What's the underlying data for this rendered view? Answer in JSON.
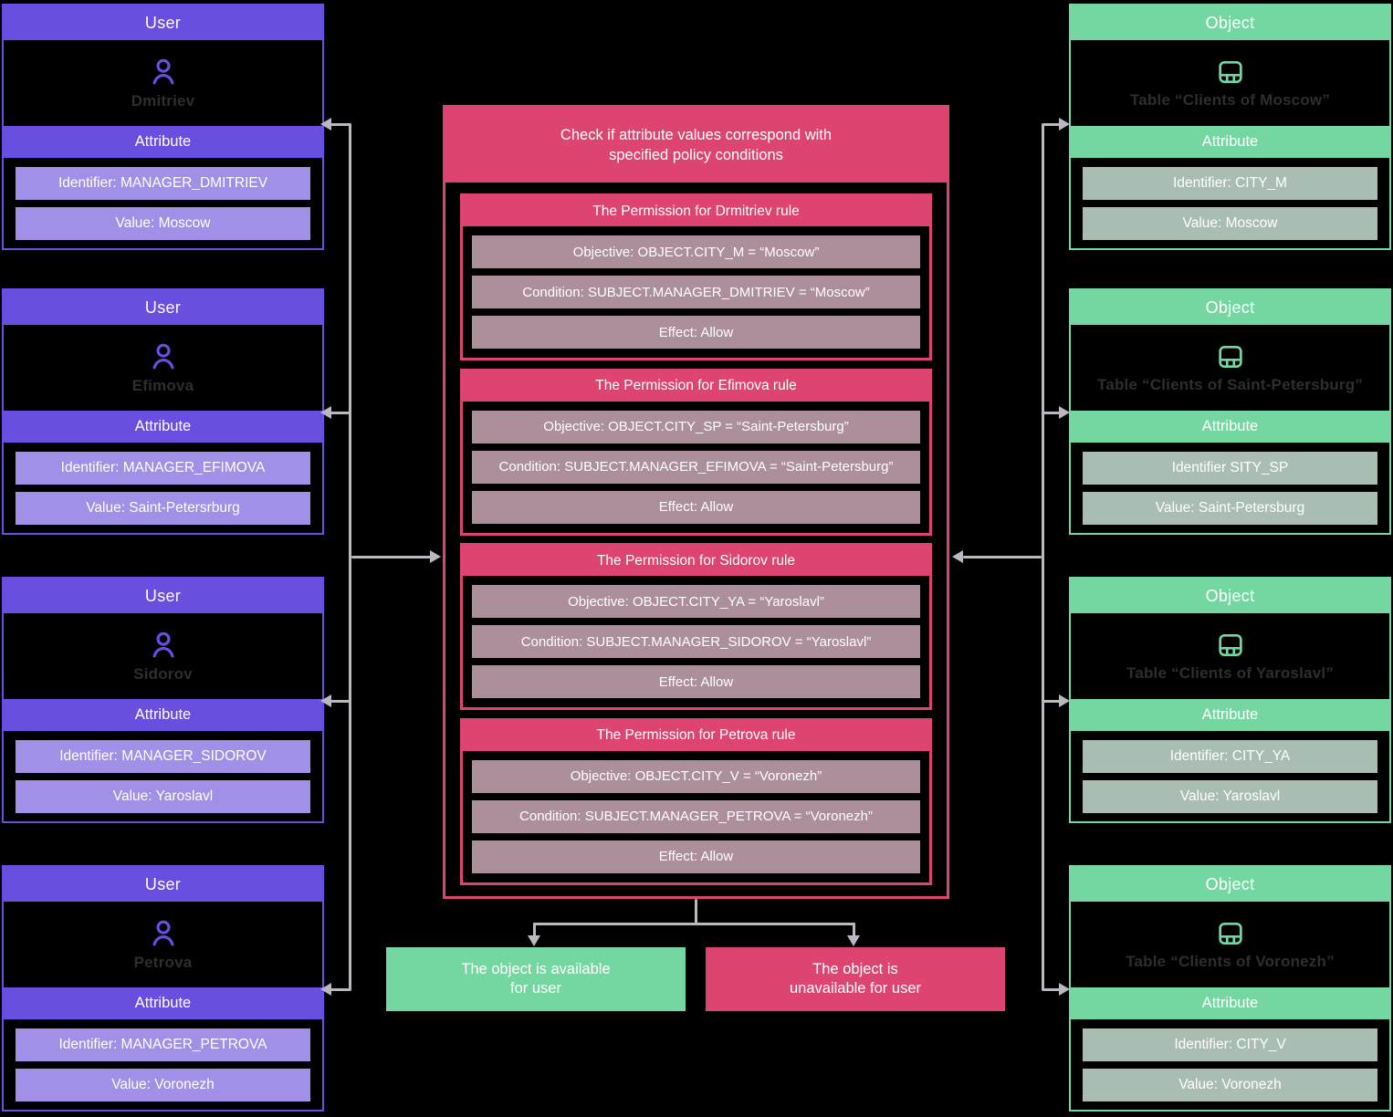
{
  "labels": {
    "user_header": "User",
    "object_header": "Object",
    "attribute_header": "Attribute"
  },
  "colors": {
    "purple": "#6a4ee0",
    "purple_light": "#a18fe8",
    "green": "#74d7a1",
    "sage": "#a9bdb3",
    "pink": "#dd4570",
    "mauve": "#ad8f9b",
    "arrow_gray": "#bdb7c2",
    "background": "#000000"
  },
  "users": [
    {
      "header": "User",
      "name": "Dmitriev",
      "attribute_label": "Attribute",
      "identifier": "Identifier: MANAGER_DMITRIEV",
      "value": "Value: Moscow"
    },
    {
      "header": "User",
      "name": "Efimova",
      "attribute_label": "Attribute",
      "identifier": "Identifier: MANAGER_EFIMOVA",
      "value": "Value: Saint-Petersrburg"
    },
    {
      "header": "User",
      "name": "Sidorov",
      "attribute_label": "Attribute",
      "identifier": "Identifier: MANAGER_SIDOROV",
      "value": "Value: Yaroslavl"
    },
    {
      "header": "User",
      "name": "Petrova",
      "attribute_label": "Attribute",
      "identifier": "Identifier: MANAGER_PETROVA",
      "value": "Value: Voronezh"
    }
  ],
  "objects": [
    {
      "header": "Object",
      "name": "Table “Clients of Moscow”",
      "attribute_label": "Attribute",
      "identifier": "Identifier: CITY_M",
      "value": "Value: Moscow"
    },
    {
      "header": "Object",
      "name": "Table “Clients of Saint-Petersburg”",
      "attribute_label": "Attribute",
      "identifier": "Identifier SITY_SP",
      "value": "Value: Saint-Petersburg"
    },
    {
      "header": "Object",
      "name": "Table “Clients of Yaroslavl”",
      "attribute_label": "Attribute",
      "identifier": "Identifier: CITY_YA",
      "value": "Value: Yaroslavl"
    },
    {
      "header": "Object",
      "name": "Table “Clients of Voronezh”",
      "attribute_label": "Attribute",
      "identifier": "Identifier: CITY_V",
      "value": "Value: Voronezh"
    }
  ],
  "policy": {
    "title": "Check if attribute values correspond with\nspecified policy conditions",
    "rules": [
      {
        "title": "The Permission for Drmitriev rule",
        "objective": "Objective: OBJECT.CITY_M = “Moscow”",
        "condition": "Condition: SUBJECT.MANAGER_DMITRIEV = “Moscow”",
        "effect": "Effect: Allow"
      },
      {
        "title": "The Permission for Efimova rule",
        "objective": "Objective: OBJECT.CITY_SP = “Saint-Petersburg”",
        "condition": "Condition: SUBJECT.MANAGER_EFIMOVA = “Saint-Petersburg”",
        "effect": "Effect: Allow"
      },
      {
        "title": "The Permission for Sidorov rule",
        "objective": "Objective: OBJECT.CITY_YA = “Yaroslavl”",
        "condition": "Condition: SUBJECT.MANAGER_SIDOROV = “Yaroslavl”",
        "effect": "Effect: Allow"
      },
      {
        "title": "The Permission for Petrova rule",
        "objective": "Objective: OBJECT.CITY_V = “Voronezh”",
        "condition": "Condition: SUBJECT.MANAGER_PETROVA = “Voronezh”",
        "effect": "Effect: Allow"
      }
    ]
  },
  "outcomes": {
    "allow": "The object is available\nfor user",
    "deny": "The object is\nunavailable for user"
  }
}
